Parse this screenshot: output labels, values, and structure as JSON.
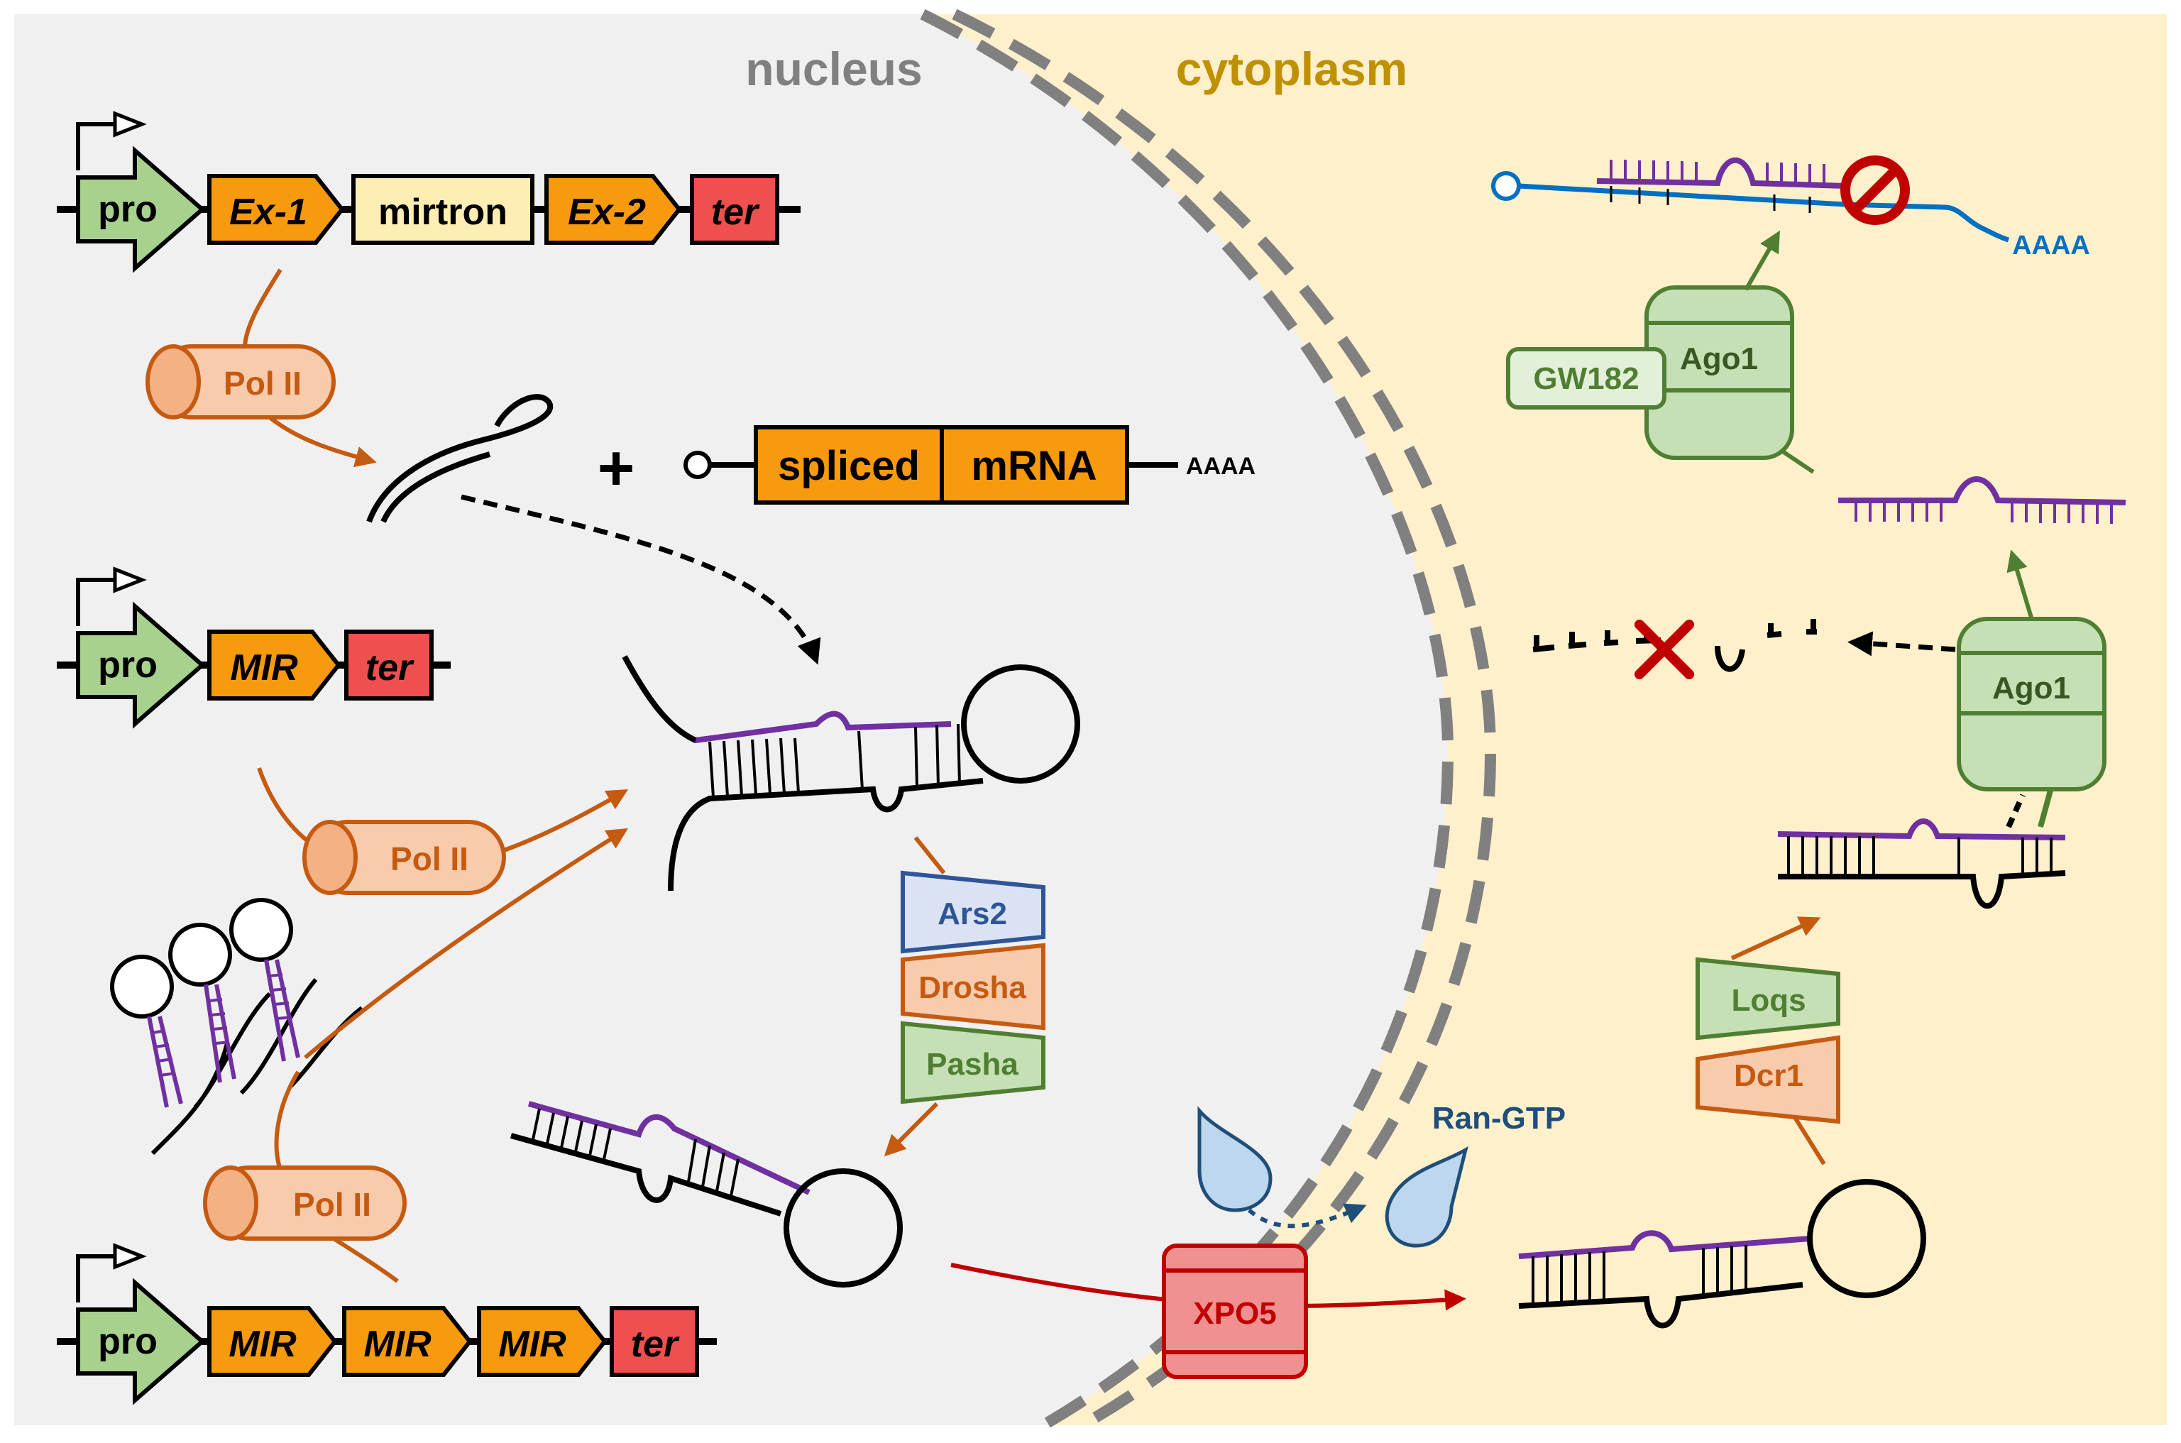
{
  "regions": {
    "nucleus": "nucleus",
    "cytoplasm": "cytoplasm"
  },
  "genes": {
    "mirtron_gene": [
      "pro",
      "Ex-1",
      "mirtron",
      "Ex-2",
      "ter"
    ],
    "mir_gene": [
      "pro",
      "MIR",
      "ter"
    ],
    "cluster_gene": [
      "pro",
      "MIR",
      "MIR",
      "MIR",
      "ter"
    ]
  },
  "polymerase": "Pol II",
  "plus_sign": "+",
  "spliced_mrna": {
    "left": "spliced",
    "right": "mRNA",
    "tail": "AAAA"
  },
  "microprocessor": [
    "Ars2",
    "Drosha",
    "Pasha"
  ],
  "exportin": "XPO5",
  "ran": "Ran-GTP",
  "dicer_complex": [
    "Loqs",
    "Dcr1"
  ],
  "risc": {
    "argonaute": "Ago1",
    "gw182": "GW182"
  },
  "target_mrna_tail": "AAAA",
  "colors": {
    "nucleus_bg": "#f0f0f1",
    "cytoplasm_bg": "#fff0cc",
    "promoter": "#a9d18e",
    "exon": "#f79a0e",
    "mirtron": "#ffeeb3",
    "terminator": "#f04f4f",
    "pol2": "#f8cbad",
    "pol2_line": "#c55a11",
    "ars2": "#dae3f3",
    "green_protein": "#c5e0b4",
    "green_line": "#507e32",
    "xpo5": "#f09090",
    "xpo5_line": "#c00000",
    "ran": "#bdd7ee",
    "mirna": "#7030a0",
    "target": "#0070c0"
  }
}
